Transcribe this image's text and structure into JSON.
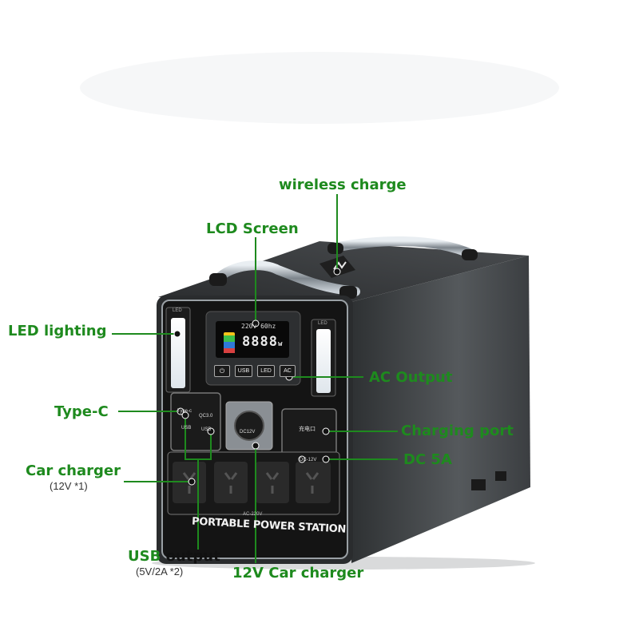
{
  "labels": {
    "wireless_charge": "wireless charge",
    "lcd_screen": "LCD Screen",
    "led_lighting": "LED lighting",
    "ac_output": "AC Output",
    "type_c": "Type-C",
    "charging_port": "Charging port",
    "dc_5a": "DC 5A",
    "car_charger": "Car charger",
    "car_charger_spec": "(12V *1)",
    "usb_output_usb": "USB",
    "usb_output_word": "output",
    "usb_output_spec": "(5V/2A *2)",
    "car_charger_12v": "12V Car charger"
  },
  "device": {
    "title": "PORTABLE POWER STATION",
    "lcd_top": "220v  60hz",
    "lcd_digits": "8888",
    "lcd_unit": "w",
    "buttons": [
      "⏻",
      "USB",
      "LED",
      "AC"
    ],
    "led_tag": "LED",
    "port_typec": "Type-c",
    "port_qc": "QC3.0",
    "port_usb1": "USB",
    "port_usb2": "USB",
    "car_port": "DC12V",
    "charge_port": "充电口",
    "dc_port": "DC-12V",
    "ac_tag": "AC-220V"
  },
  "colors": {
    "label_green": "#1e8a1e",
    "body_dark": "#3a3d40",
    "panel_black": "#141414"
  }
}
